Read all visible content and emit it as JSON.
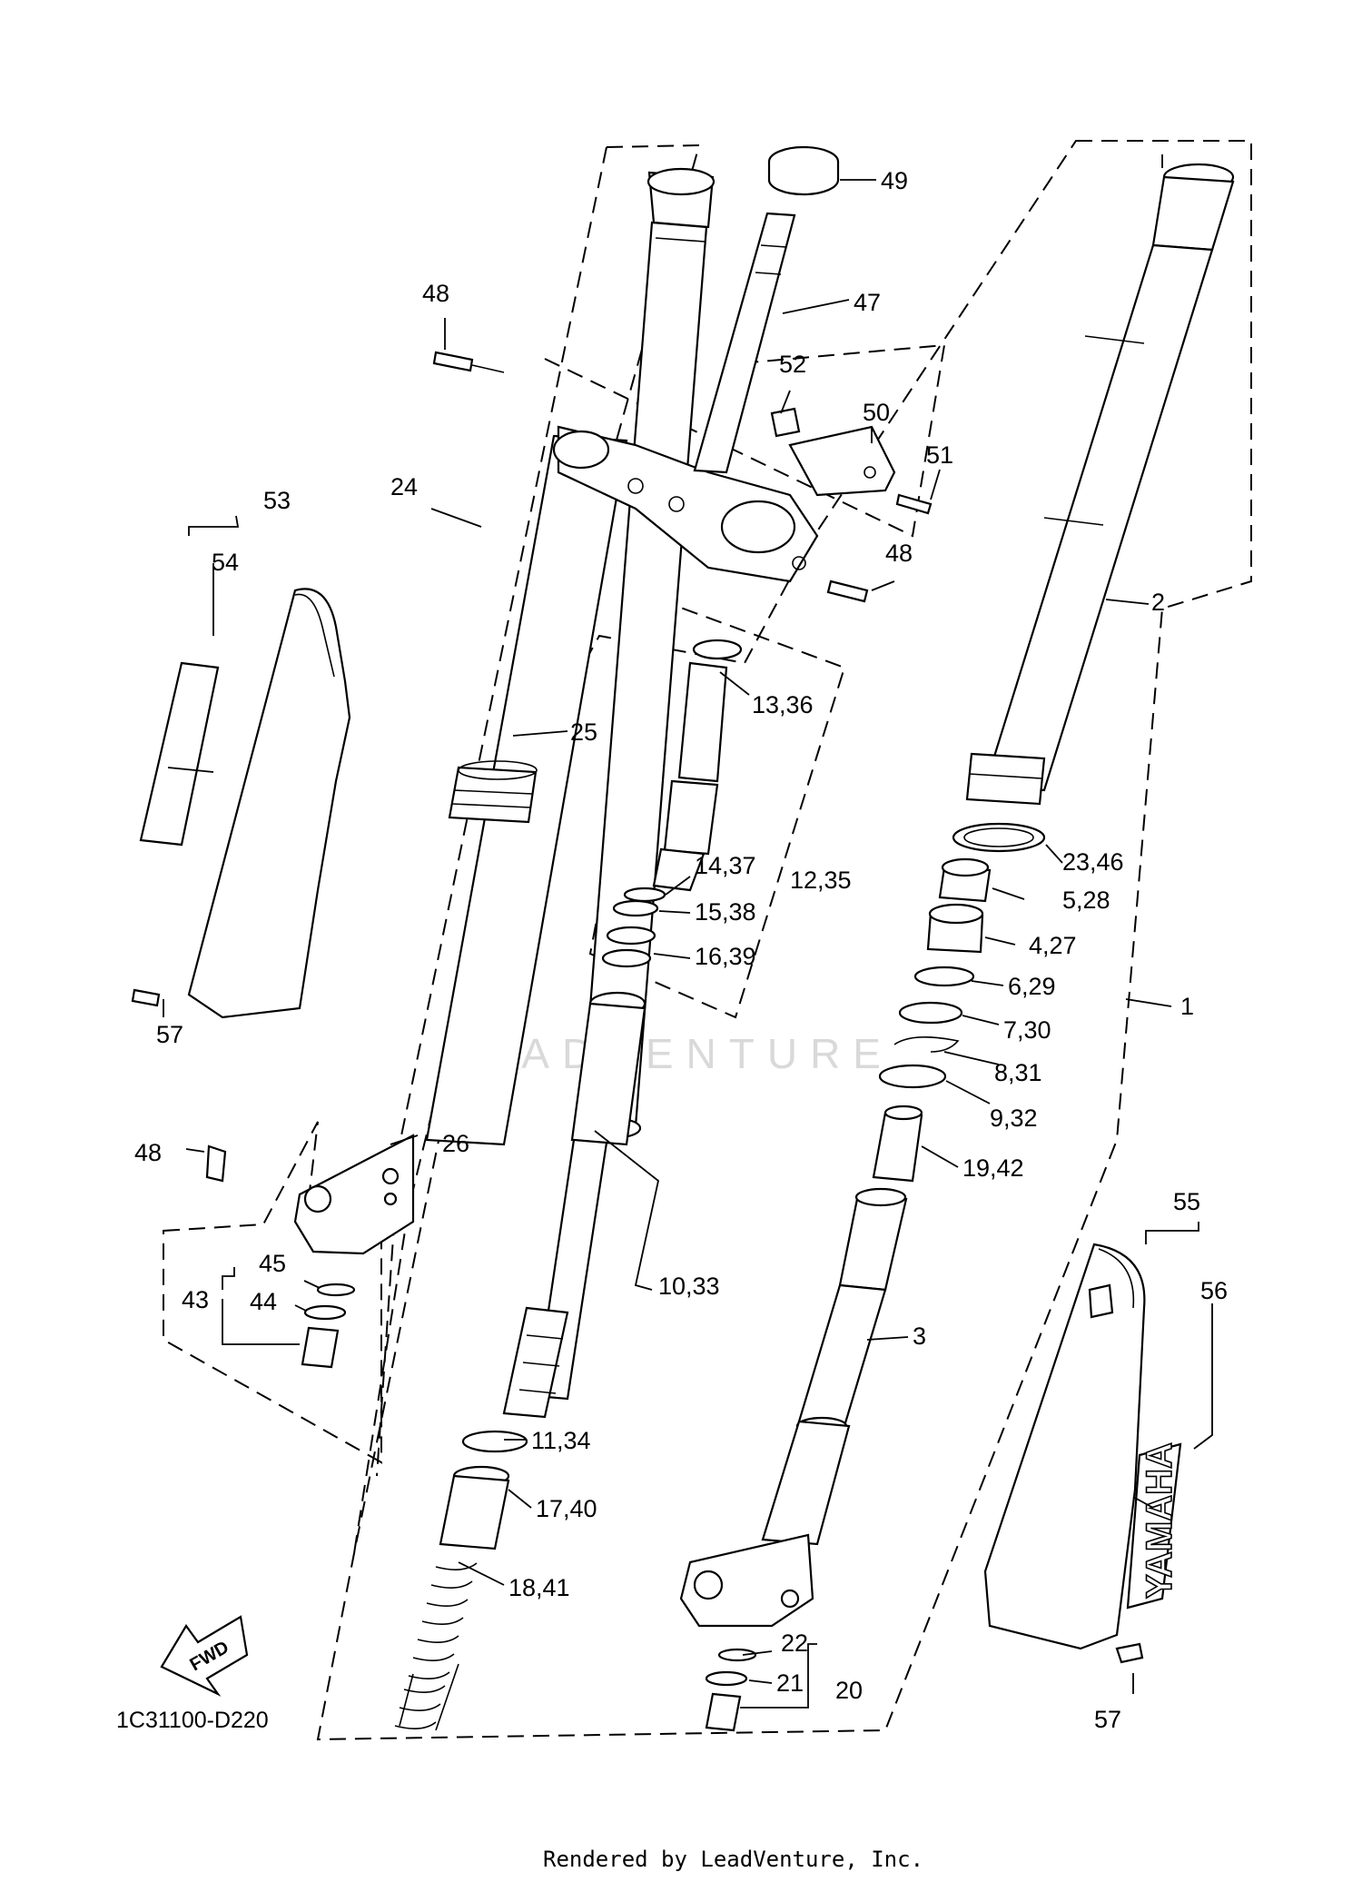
{
  "diagram_code": "1C31100-D220",
  "watermark": "LEADVENTURE",
  "footer": "Rendered by LeadVenture, Inc.",
  "fwd_label": "FWD",
  "brand_mark": "YAMAHA",
  "callouts": [
    {
      "id": "c1",
      "label": "1"
    },
    {
      "id": "c2",
      "label": "2"
    },
    {
      "id": "c3",
      "label": "3"
    },
    {
      "id": "c4",
      "label": "4,27"
    },
    {
      "id": "c5",
      "label": "5,28"
    },
    {
      "id": "c6",
      "label": "6,29"
    },
    {
      "id": "c7",
      "label": "7,30"
    },
    {
      "id": "c8",
      "label": "8,31"
    },
    {
      "id": "c9",
      "label": "9,32"
    },
    {
      "id": "c10",
      "label": "10,33"
    },
    {
      "id": "c11",
      "label": "11,34"
    },
    {
      "id": "c12",
      "label": "12,35"
    },
    {
      "id": "c13",
      "label": "13,36"
    },
    {
      "id": "c14",
      "label": "14,37"
    },
    {
      "id": "c15",
      "label": "15,38"
    },
    {
      "id": "c16",
      "label": "16,39"
    },
    {
      "id": "c17",
      "label": "17,40"
    },
    {
      "id": "c18",
      "label": "18,41"
    },
    {
      "id": "c19",
      "label": "19,42"
    },
    {
      "id": "c20",
      "label": "20"
    },
    {
      "id": "c21",
      "label": "21"
    },
    {
      "id": "c22",
      "label": "22"
    },
    {
      "id": "c23",
      "label": "23,46"
    },
    {
      "id": "c24",
      "label": "24"
    },
    {
      "id": "c25",
      "label": "25"
    },
    {
      "id": "c26",
      "label": "26"
    },
    {
      "id": "c43",
      "label": "43"
    },
    {
      "id": "c44",
      "label": "44"
    },
    {
      "id": "c45",
      "label": "45"
    },
    {
      "id": "c47",
      "label": "47"
    },
    {
      "id": "c48a",
      "label": "48"
    },
    {
      "id": "c48b",
      "label": "48"
    },
    {
      "id": "c48c",
      "label": "48"
    },
    {
      "id": "c49",
      "label": "49"
    },
    {
      "id": "c50",
      "label": "50"
    },
    {
      "id": "c51",
      "label": "51"
    },
    {
      "id": "c52",
      "label": "52"
    },
    {
      "id": "c53",
      "label": "53"
    },
    {
      "id": "c54",
      "label": "54"
    },
    {
      "id": "c55",
      "label": "55"
    },
    {
      "id": "c56",
      "label": "56"
    },
    {
      "id": "c57a",
      "label": "57"
    },
    {
      "id": "c57b",
      "label": "57"
    }
  ]
}
